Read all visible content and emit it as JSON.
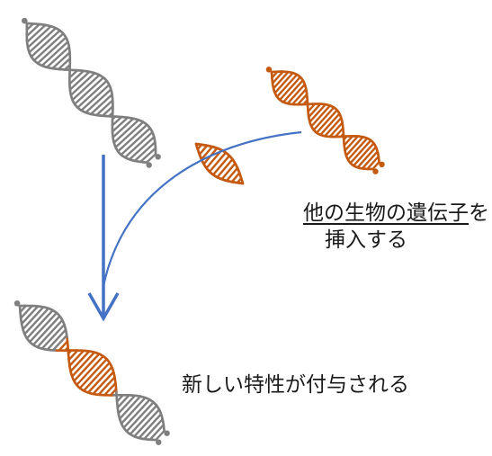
{
  "labels": {
    "insert_underlined": "他の生物の遺伝子",
    "insert_suffix": "を",
    "insert_line2": "挿入する",
    "result": "新しい特性が付与される"
  },
  "colors": {
    "original_dna": "#7f7f7f",
    "foreign_dna": "#c55a11",
    "arrow": "#4472c4",
    "text": "#1a1a1a"
  },
  "icons": [
    "original-dna-helix-icon",
    "donor-dna-helix-icon",
    "gene-fragment-icon",
    "recombinant-dna-helix-icon",
    "down-arrow-icon",
    "insertion-curve-arrow-icon"
  ]
}
